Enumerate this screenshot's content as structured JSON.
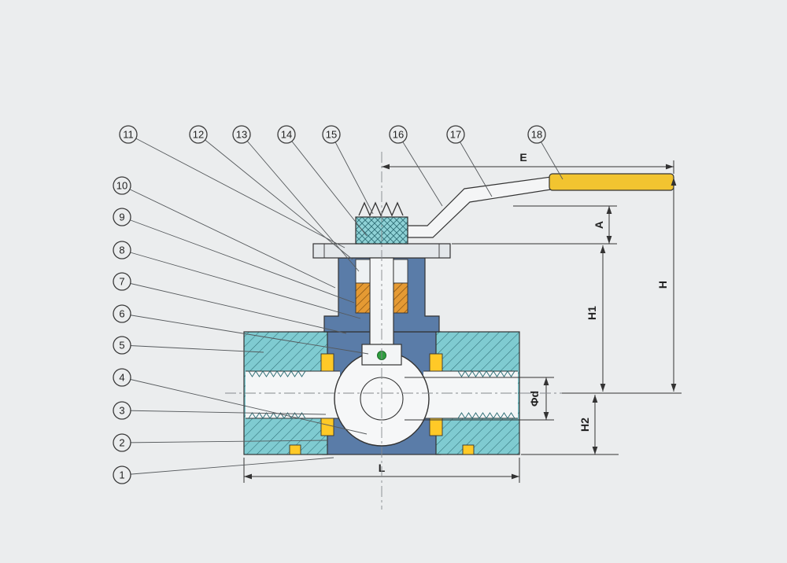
{
  "callouts": [
    "1",
    "2",
    "3",
    "4",
    "5",
    "6",
    "7",
    "8",
    "9",
    "10",
    "11",
    "12",
    "13",
    "14",
    "15",
    "16",
    "17",
    "18"
  ],
  "dimensions": {
    "E": "E",
    "A": "A",
    "H": "H",
    "H1": "H1",
    "H2": "H2",
    "bore_diameter": "Φd",
    "length": "L"
  },
  "colors": {
    "background": "#ebedee",
    "line": "#333333",
    "teal": "#7fcbd1",
    "teal_dark": "#2f6e76",
    "steel_blue": "#5a7ca8",
    "handle_yellow": "#f2c430",
    "seat_yellow": "#ffc927",
    "packing_orange": "#e59a33",
    "pin_green": "#2e9e3e",
    "white_part": "#f4f6f7"
  }
}
